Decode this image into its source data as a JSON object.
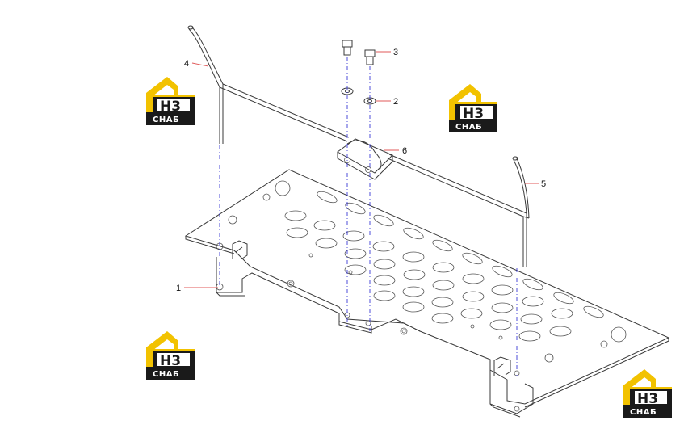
{
  "callouts": [
    {
      "label": "1"
    },
    {
      "label": "2"
    },
    {
      "label": "3"
    },
    {
      "label": "4"
    },
    {
      "label": "5"
    },
    {
      "label": "6"
    }
  ],
  "watermark": {
    "letters": "H3",
    "text": "СНАБ",
    "accent_color": "#f2c200",
    "dark_color": "#1a1a1a"
  }
}
